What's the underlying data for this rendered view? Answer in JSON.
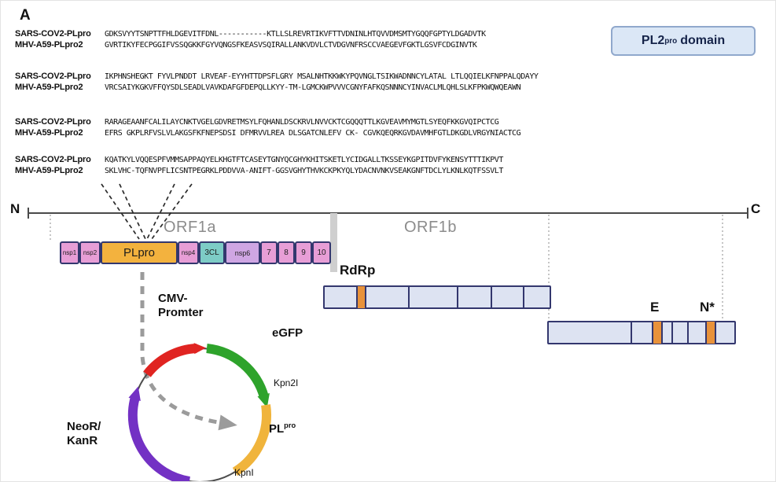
{
  "panel_label": "A",
  "alignment": {
    "blocks": [
      {
        "rows": [
          {
            "name": "SARS-COV2-PLpro",
            "seq": "GDKSVYYTSNPTTFHLDGEVITFDNL-----------KTLLSLREVRTIKVFTTVDNINLHTQVVDMSMTYGQQFGPTYLDGADVTK"
          },
          {
            "name": "MHV-A59-PLpro2",
            "seq": "GVRTIKYFECPGGIFVSSQGKKFGYVQNGSFKEASVSQIRALLANKVDVLCTVDGVNFRSCCVAEGEVFGKTLGSVFCDGINVTK"
          }
        ]
      },
      {
        "rows": [
          {
            "name": "SARS-COV2-PLpro",
            "seq": "IKPHNSHEGKT FYVLPNDDT LRVEAF-EYYHTTDPSFLGRY MSALNHTKKWKYPQVNGLTSIKWADNNCYLATAL LTLQQIELKFNPPALQDAYY"
          },
          {
            "name": "MHV-A59-PLpro2",
            "seq": "VRCSAIYKGKVFFQYSDLSEADLVAVKDAFGFDEPQLLKYY-TM-LGMCKWPVVVCGNYFAFKQSNNNCYINVACLMLQHLSLKFPKWQWQEAWN"
          }
        ]
      },
      {
        "rows": [
          {
            "name": "SARS-COV2-PLpro",
            "seq": "RARAGEAANFCALILAYCNKTVGELGDVRETMSYLFQHANLDSCKRVLNVVCKTCGQQQTTLKGVEAVMYMGTLSYEQFKKGVQIPCTCG"
          },
          {
            "name": "MHV-A59-PLpro2",
            "seq": "EFRS GKPLRFVSLVLAKGSFKFNEPSDSI DFMRVVLREA DLSGATCNLEFV CK- CGVKQEQRKGVDAVMHFGTLDKGDLVRGYNIACTCG"
          }
        ]
      },
      {
        "rows": [
          {
            "name": "SARS-COV2-PLpro",
            "seq": "KQATKYLVQQESPFVMMSAPPAQYELKHGTFTCASEYTGNYQCGHYKHITSKETLYCIDGALLTKSSEYKGPITDVFYKENSYTTTIKPVT"
          },
          {
            "name": "MHV-A59-PLpro2",
            "seq": "SKLVHC-TQFNVPFLICSNTPEGRKLPDDVVA-ANIFT-GGSVGHYTHVKCKPKYQLYDACNVNKVSEAKGNFTDCLYLKNLKQTFSSVLT"
          }
        ]
      }
    ]
  },
  "domain_box": {
    "prefix": "PL2",
    "sup": "pro",
    "suffix": "domain"
  },
  "genome": {
    "n_label": "N",
    "c_label": "C",
    "orf1a": "ORF1a",
    "orf1b": "ORF1b",
    "nsp_boxes": [
      {
        "label": "nsp1",
        "color": "#e79ed6"
      },
      {
        "label": "nsp2",
        "color": "#e79ed6"
      },
      {
        "label": "PLpro",
        "color": "#f3b23e"
      },
      {
        "label": "nsp4",
        "color": "#e79ed6"
      },
      {
        "label": "3CL",
        "color": "#7dccc6"
      },
      {
        "label": "nsp6",
        "color": "#cfa6e3"
      },
      {
        "label": "7",
        "color": "#e79ed6"
      },
      {
        "label": "8",
        "color": "#e79ed6"
      },
      {
        "label": "9",
        "color": "#e79ed6"
      },
      {
        "label": "10",
        "color": "#e79ed6"
      }
    ],
    "rdrp_label": "RdRp",
    "e_label": "E",
    "nstar_label": "N*"
  },
  "plasmid": {
    "cmv_line1": "CMV-",
    "cmv_line2": "Promter",
    "egfp": "eGFP",
    "kpn2i": "Kpn2I",
    "plpro_prefix": "PL",
    "plpro_sup": "pro",
    "kpni": "KpnI",
    "neor_line1": "NeoR/",
    "neor_line2": "KanR"
  },
  "colors": {
    "pink_box": "#e79ed6",
    "purple_box": "#cfa6e3",
    "orange_box": "#f3b23e",
    "teal_box": "#7dccc6",
    "segment_blue": "#dde3f2",
    "navy_border": "#33376e",
    "orange_segment": "#e8923a",
    "arrow_red": "#e02421",
    "arrow_green": "#2ea32b",
    "arc_orange": "#f0b43c",
    "arrow_purple": "#7331c4",
    "dashed_gray": "#9b9b9b",
    "domain_box_bg": "#dbe7f6",
    "domain_box_border": "#90a8cc"
  }
}
